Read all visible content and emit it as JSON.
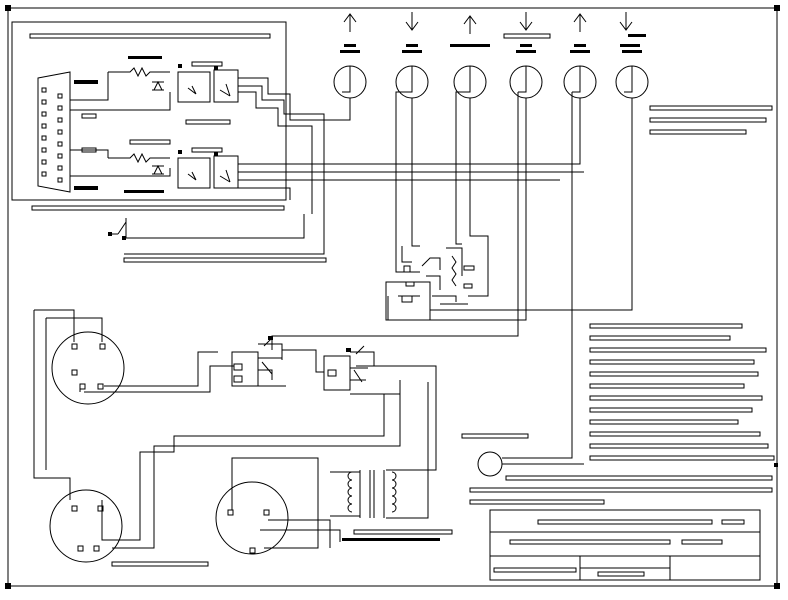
{
  "app": {},
  "diagram": {
    "color_ink": "#000000",
    "color_paper": "#ffffff",
    "connectors_top": [
      {
        "arrow": "up"
      },
      {
        "arrow": "down"
      },
      {
        "arrow": "up"
      },
      {
        "arrow": "down"
      },
      {
        "arrow": "up"
      },
      {
        "arrow": "down"
      }
    ]
  }
}
